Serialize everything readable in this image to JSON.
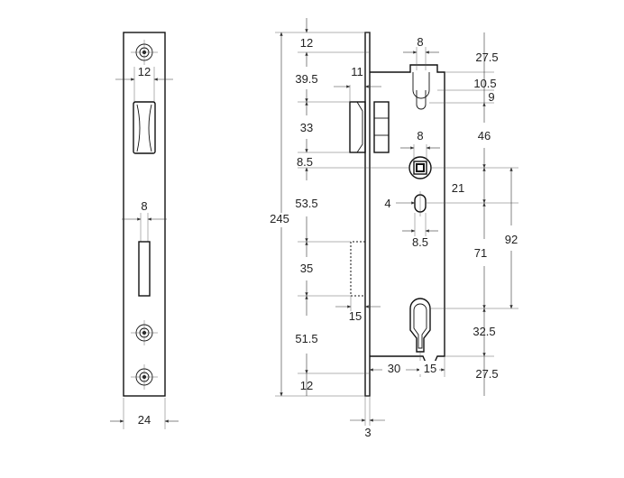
{
  "front_view": {
    "labels": {
      "screw_hole_width": "12",
      "latch_slot_width": "8",
      "faceplate_width": "24"
    }
  },
  "side_view": {
    "labels": {
      "total_height": "245",
      "top_faceplate_gap": "12",
      "latch_offset": "39.5",
      "latch_projection": "11",
      "latch_height": "33",
      "spindle_offset": "8.5",
      "spindle_to_slot": "53.5",
      "deadbolt_height": "35",
      "deadbolt_projection": "15",
      "cylinder_offset": "51.5",
      "bottom_faceplate_gap": "12",
      "faceplate_thickness": "3",
      "top_slot_width": "8",
      "top_margin": "27.5",
      "top_slot_offset": "10.5",
      "top_slot_length": "9",
      "slot_to_spindle": "46",
      "spindle_square": "8",
      "spindle_center": "21",
      "small_slot_width": "4",
      "small_slot_length": "8.5",
      "spindle_to_cylinder_total": "92",
      "slot_to_cylinder": "71",
      "cylinder_height": "32.5",
      "bottom_margin": "27.5",
      "backset": "30",
      "cylinder_width": "15"
    }
  }
}
